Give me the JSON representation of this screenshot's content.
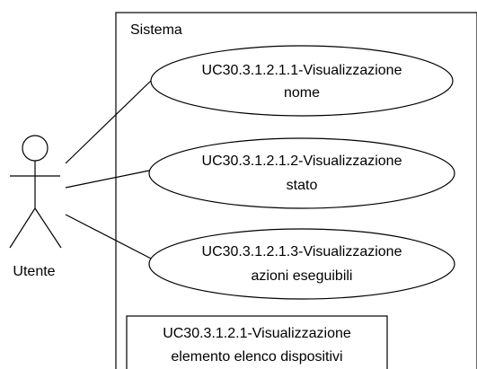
{
  "actor": {
    "label": "Utente"
  },
  "system": {
    "label": "Sistema"
  },
  "use_cases": [
    {
      "line1": "UC30.3.1.2.1.1-Visualizzazione",
      "line2": "nome"
    },
    {
      "line1": "UC30.3.1.2.1.2-Visualizzazione",
      "line2": "stato"
    },
    {
      "line1": "UC30.3.1.2.1.3-Visualizzazione",
      "line2": "azioni eseguibili"
    }
  ],
  "parent_use_case": {
    "line1": "UC30.3.1.2.1-Visualizzazione",
    "line2": "elemento elenco dispositivi"
  }
}
